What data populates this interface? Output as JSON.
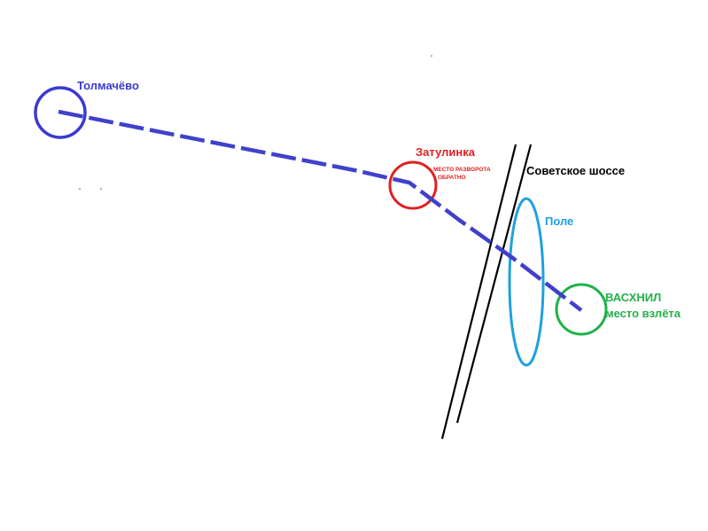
{
  "colors": {
    "route": "#4040cc",
    "tolmachevo": "#3a3ad0",
    "zatulinka": "#e02020",
    "road": "#000000",
    "field": "#1fa0e0",
    "vaskhnil": "#22b04a",
    "background": "#ffffff"
  },
  "labels": {
    "tolmachevo": "Толмачёво",
    "zatulinka": "Затулинка",
    "turnaround_line1": "МЕСТО РАЗВОРОТА",
    "turnaround_line2": "ОБРАТНО",
    "road": "Советское шоссе",
    "field": "Поле",
    "vaskhnil_line1": "ВАСХНИЛ",
    "vaskhnil_line2": "место взлёта"
  }
}
